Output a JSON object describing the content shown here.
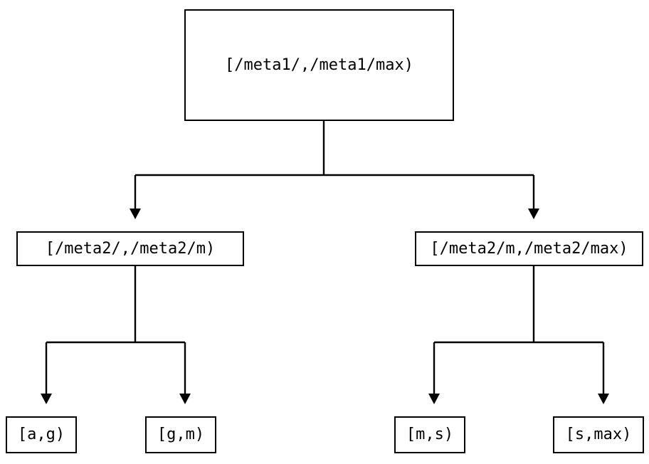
{
  "diagram": {
    "type": "binary-tree",
    "colors": {
      "background": "#ffffff",
      "line": "#000000",
      "node_border": "#000000",
      "node_fill": "#ffffff",
      "text": "#000000"
    },
    "nodes": {
      "root": {
        "label": "[/meta1/,/meta1/max)"
      },
      "left_child": {
        "label": "[/meta2/,/meta2/m)"
      },
      "right_child": {
        "label": "[/meta2/m,/meta2/max)"
      },
      "leaf_ag": {
        "label": "[a,g)"
      },
      "leaf_gm": {
        "label": "[g,m)"
      },
      "leaf_ms": {
        "label": "[m,s)"
      },
      "leaf_smax": {
        "label": "[s,max)"
      }
    },
    "edges": [
      {
        "from": "root",
        "to": "left_child"
      },
      {
        "from": "root",
        "to": "right_child"
      },
      {
        "from": "left_child",
        "to": "leaf_ag"
      },
      {
        "from": "left_child",
        "to": "leaf_gm"
      },
      {
        "from": "right_child",
        "to": "leaf_ms"
      },
      {
        "from": "right_child",
        "to": "leaf_smax"
      }
    ]
  }
}
